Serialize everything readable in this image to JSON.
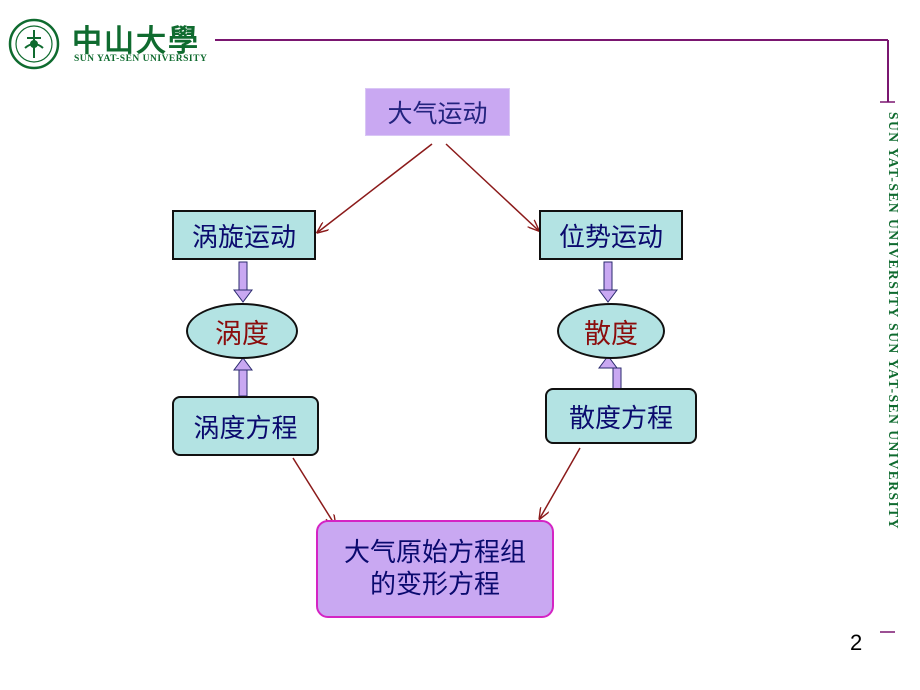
{
  "header": {
    "university_cn": "中山大學",
    "university_en": "SUN YAT-SEN UNIVERSITY",
    "vertical_text": "SUN  YAT-SEN UNIVERSITY   SUN  YAT-SEN UNIVERSITY",
    "brand_color": "#0f6b2f",
    "rule_color": "#7a1670"
  },
  "diagram": {
    "top": "大气运动",
    "left_motion": "涡旋运动",
    "right_motion": "位势运动",
    "left_quantity": "涡度",
    "right_quantity": "散度",
    "left_equation": "涡度方程",
    "right_equation": "散度方程",
    "bottom_line1": "大气原始方程组",
    "bottom_line2": "的变形方程"
  },
  "page_number": "2"
}
